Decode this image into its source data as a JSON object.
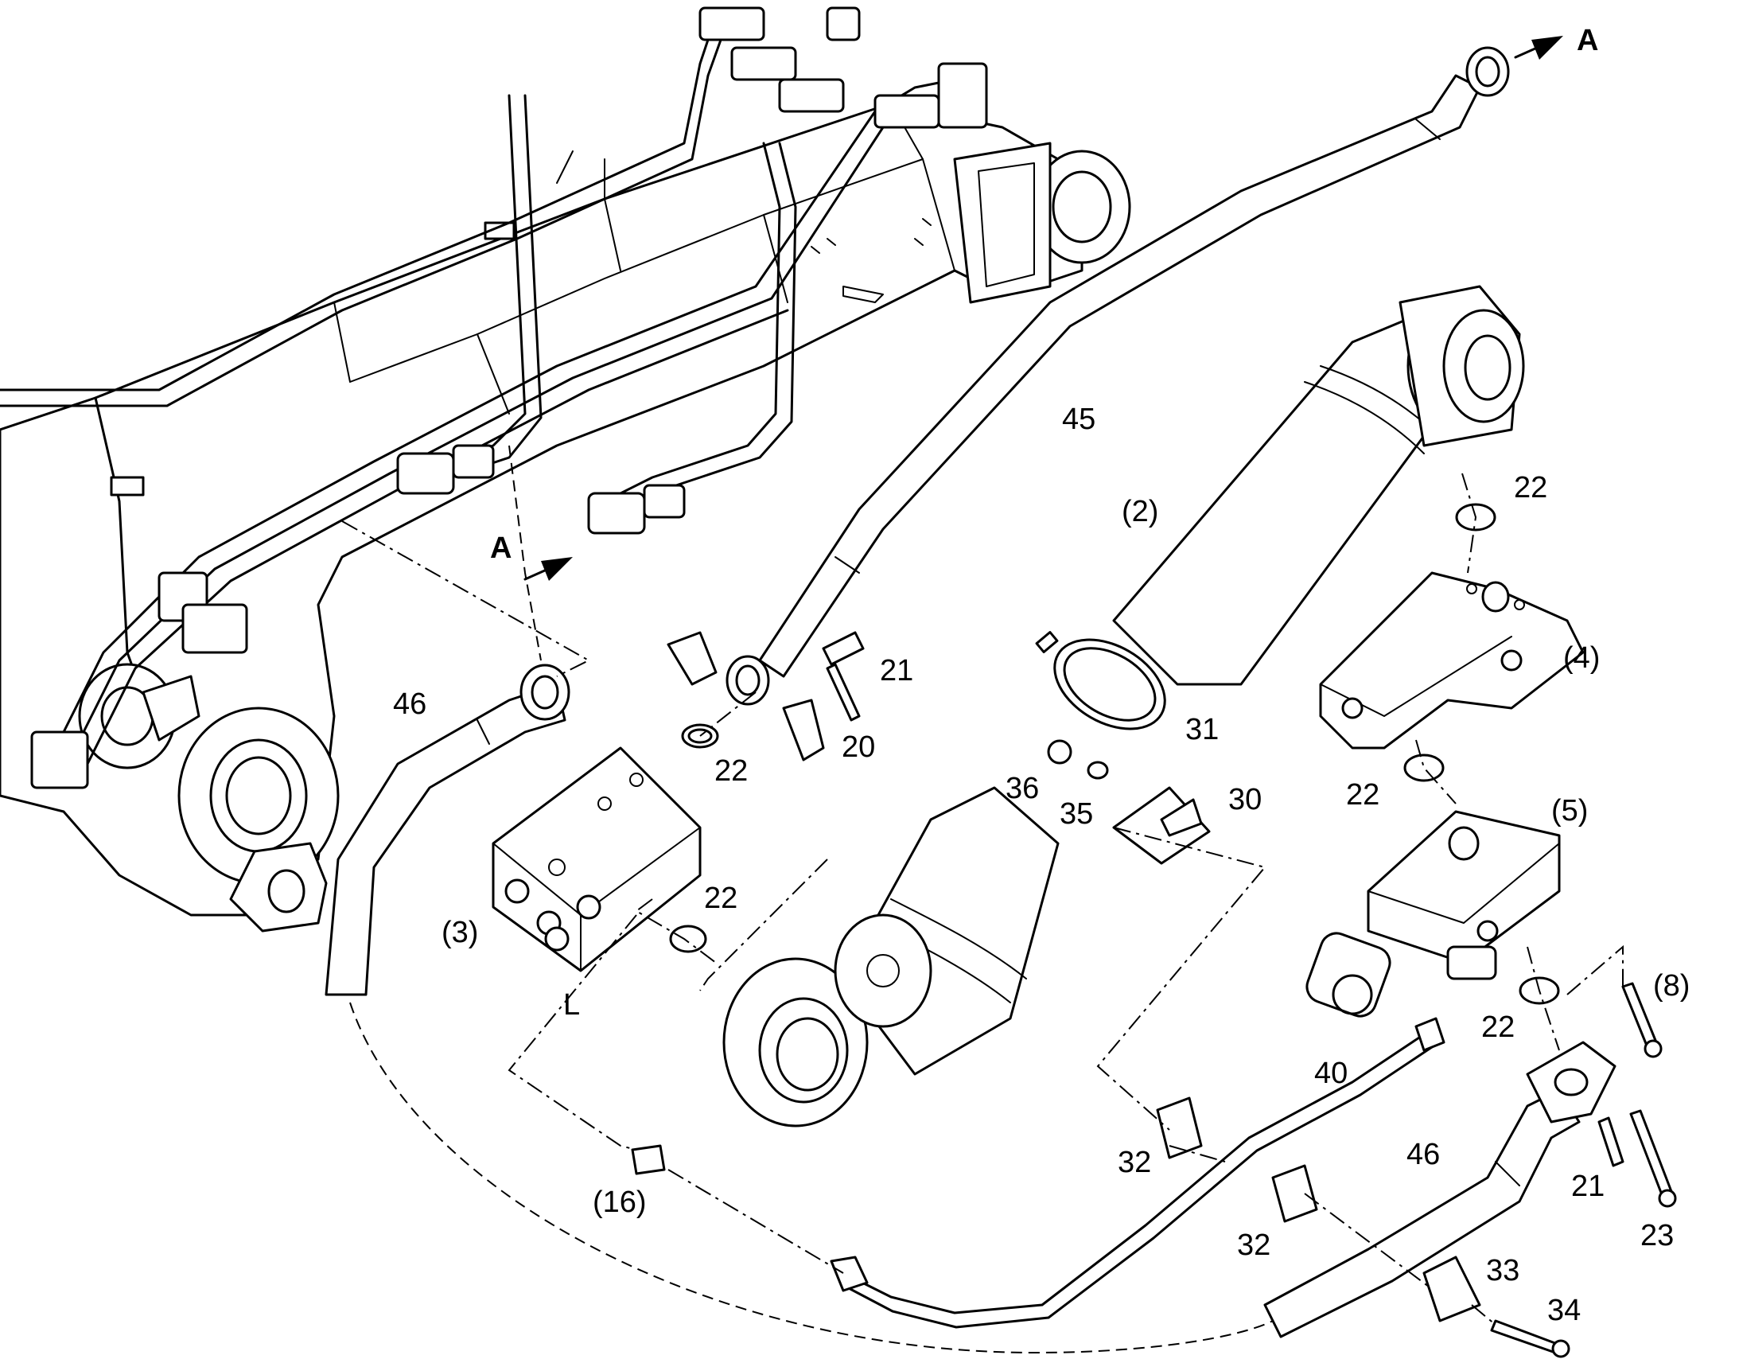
{
  "callouts": {
    "a_top": "A",
    "a_left": "A",
    "c45": "45",
    "c2": "(2)",
    "c22_a": "22",
    "c4": "(4)",
    "c46_left": "46",
    "c21_a": "21",
    "c20": "20",
    "c22_b": "22",
    "c31": "31",
    "c36": "36",
    "c35": "35",
    "c30": "30",
    "c22_c": "22",
    "c5": "(5)",
    "c3": "(3)",
    "c22_d": "22",
    "cL": "L",
    "c8": "(8)",
    "c22_e": "22",
    "c40": "40",
    "c32_a": "32",
    "c46_right": "46",
    "c21_b": "21",
    "c23": "23",
    "c16": "(16)",
    "c32_b": "32",
    "c33": "33",
    "c34": "34"
  }
}
